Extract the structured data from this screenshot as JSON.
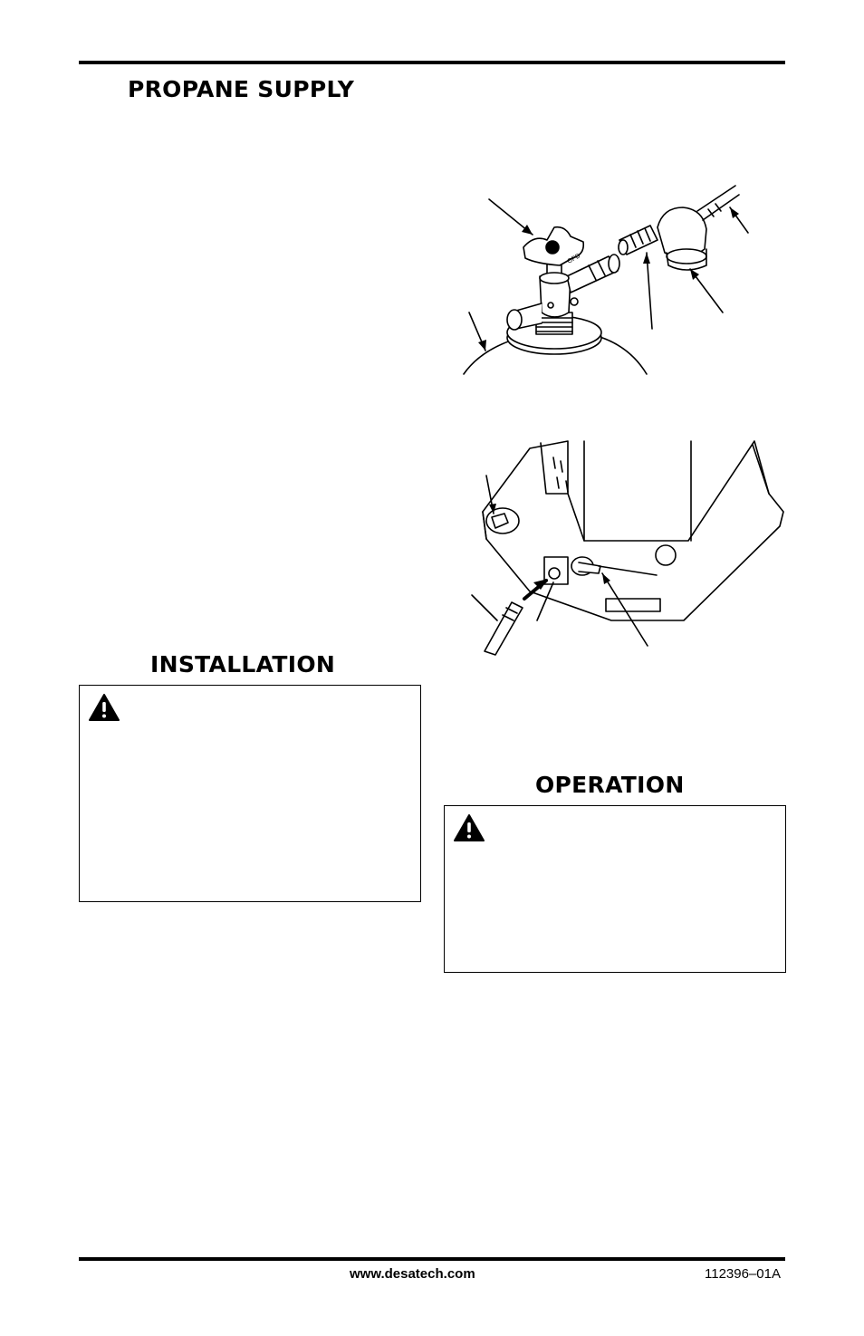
{
  "headings": {
    "propane_supply": "PROPANE SUPPLY",
    "installation": "INSTALLATION",
    "operation": "OPERATION"
  },
  "figures": {
    "cylinder_valve_label": "OPD"
  },
  "icons": {
    "warning": "warning-triangle-icon"
  },
  "footer": {
    "website": "www.desatech.com",
    "part_number": "112396–01A"
  }
}
